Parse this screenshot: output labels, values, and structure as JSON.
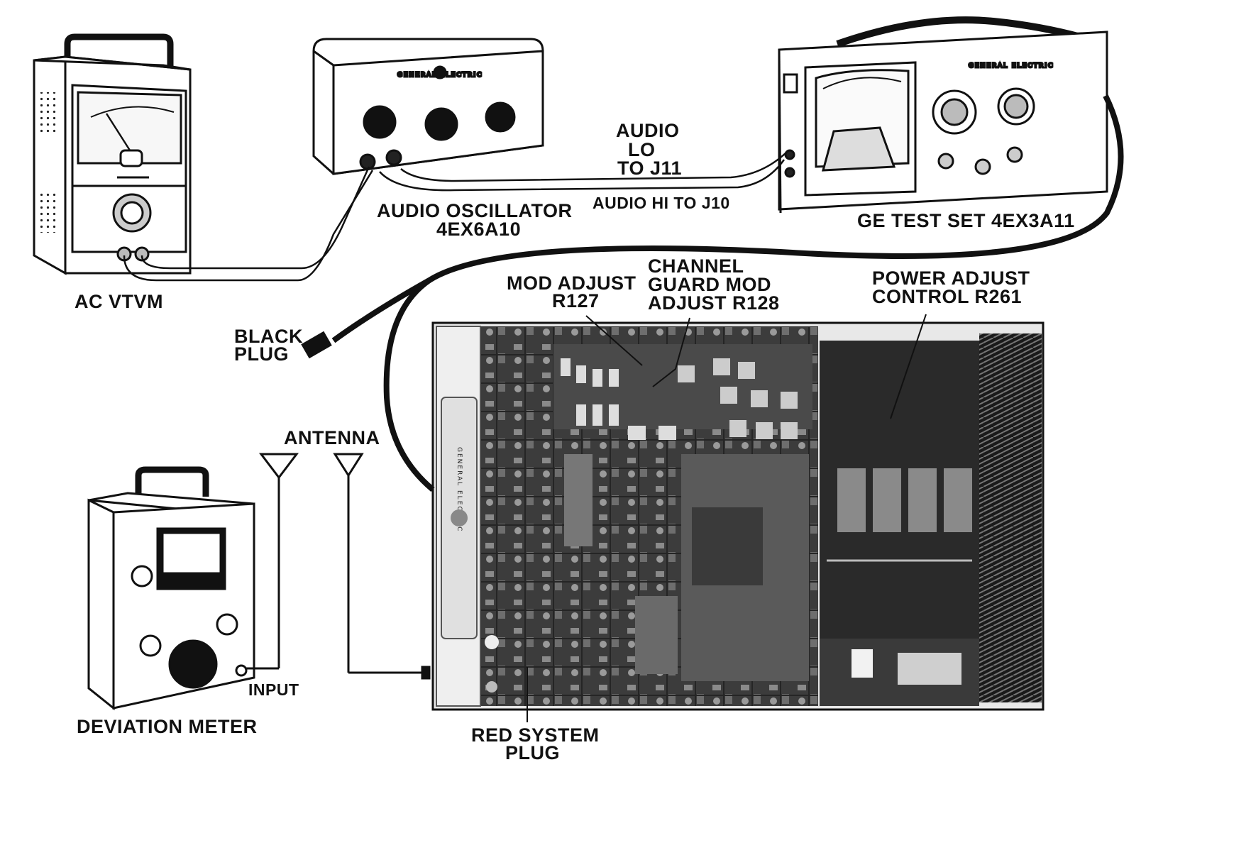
{
  "labels": {
    "ac_vtvm": "AC VTVM",
    "audio_oscillator_1": "AUDIO OSCILLATOR",
    "audio_oscillator_2": "4EX6A10",
    "audio_lo_1": "AUDIO",
    "audio_lo_2": "LO",
    "audio_lo_3": "TO J11",
    "audio_hi": "AUDIO HI TO J10",
    "test_set": "GE TEST SET 4EX3A11",
    "mod_adjust_1": "MOD ADJUST",
    "mod_adjust_2": "R127",
    "channel_guard_1": "CHANNEL",
    "channel_guard_2": "GUARD MOD",
    "channel_guard_3": "ADJUST R128",
    "power_adjust_1": "POWER ADJUST",
    "power_adjust_2": "CONTROL R261",
    "black_plug_1": "BLACK",
    "black_plug_2": "PLUG",
    "antenna": "ANTENNA",
    "input": "INPUT",
    "deviation_meter": "DEVIATION METER",
    "red_plug_1": "RED SYSTEM",
    "red_plug_2": "PLUG"
  },
  "device_text": {
    "oscillator_brand": "GENERAL ELECTRIC",
    "radio_brand": "GENERAL ELECTRIC",
    "test_set_brand": "GENERAL ELECTRIC"
  },
  "colors": {
    "ink": "#111111",
    "board_dark": "#2a2a2a",
    "board_mid": "#5a5a5a",
    "panel_light": "#e8e8e8"
  }
}
